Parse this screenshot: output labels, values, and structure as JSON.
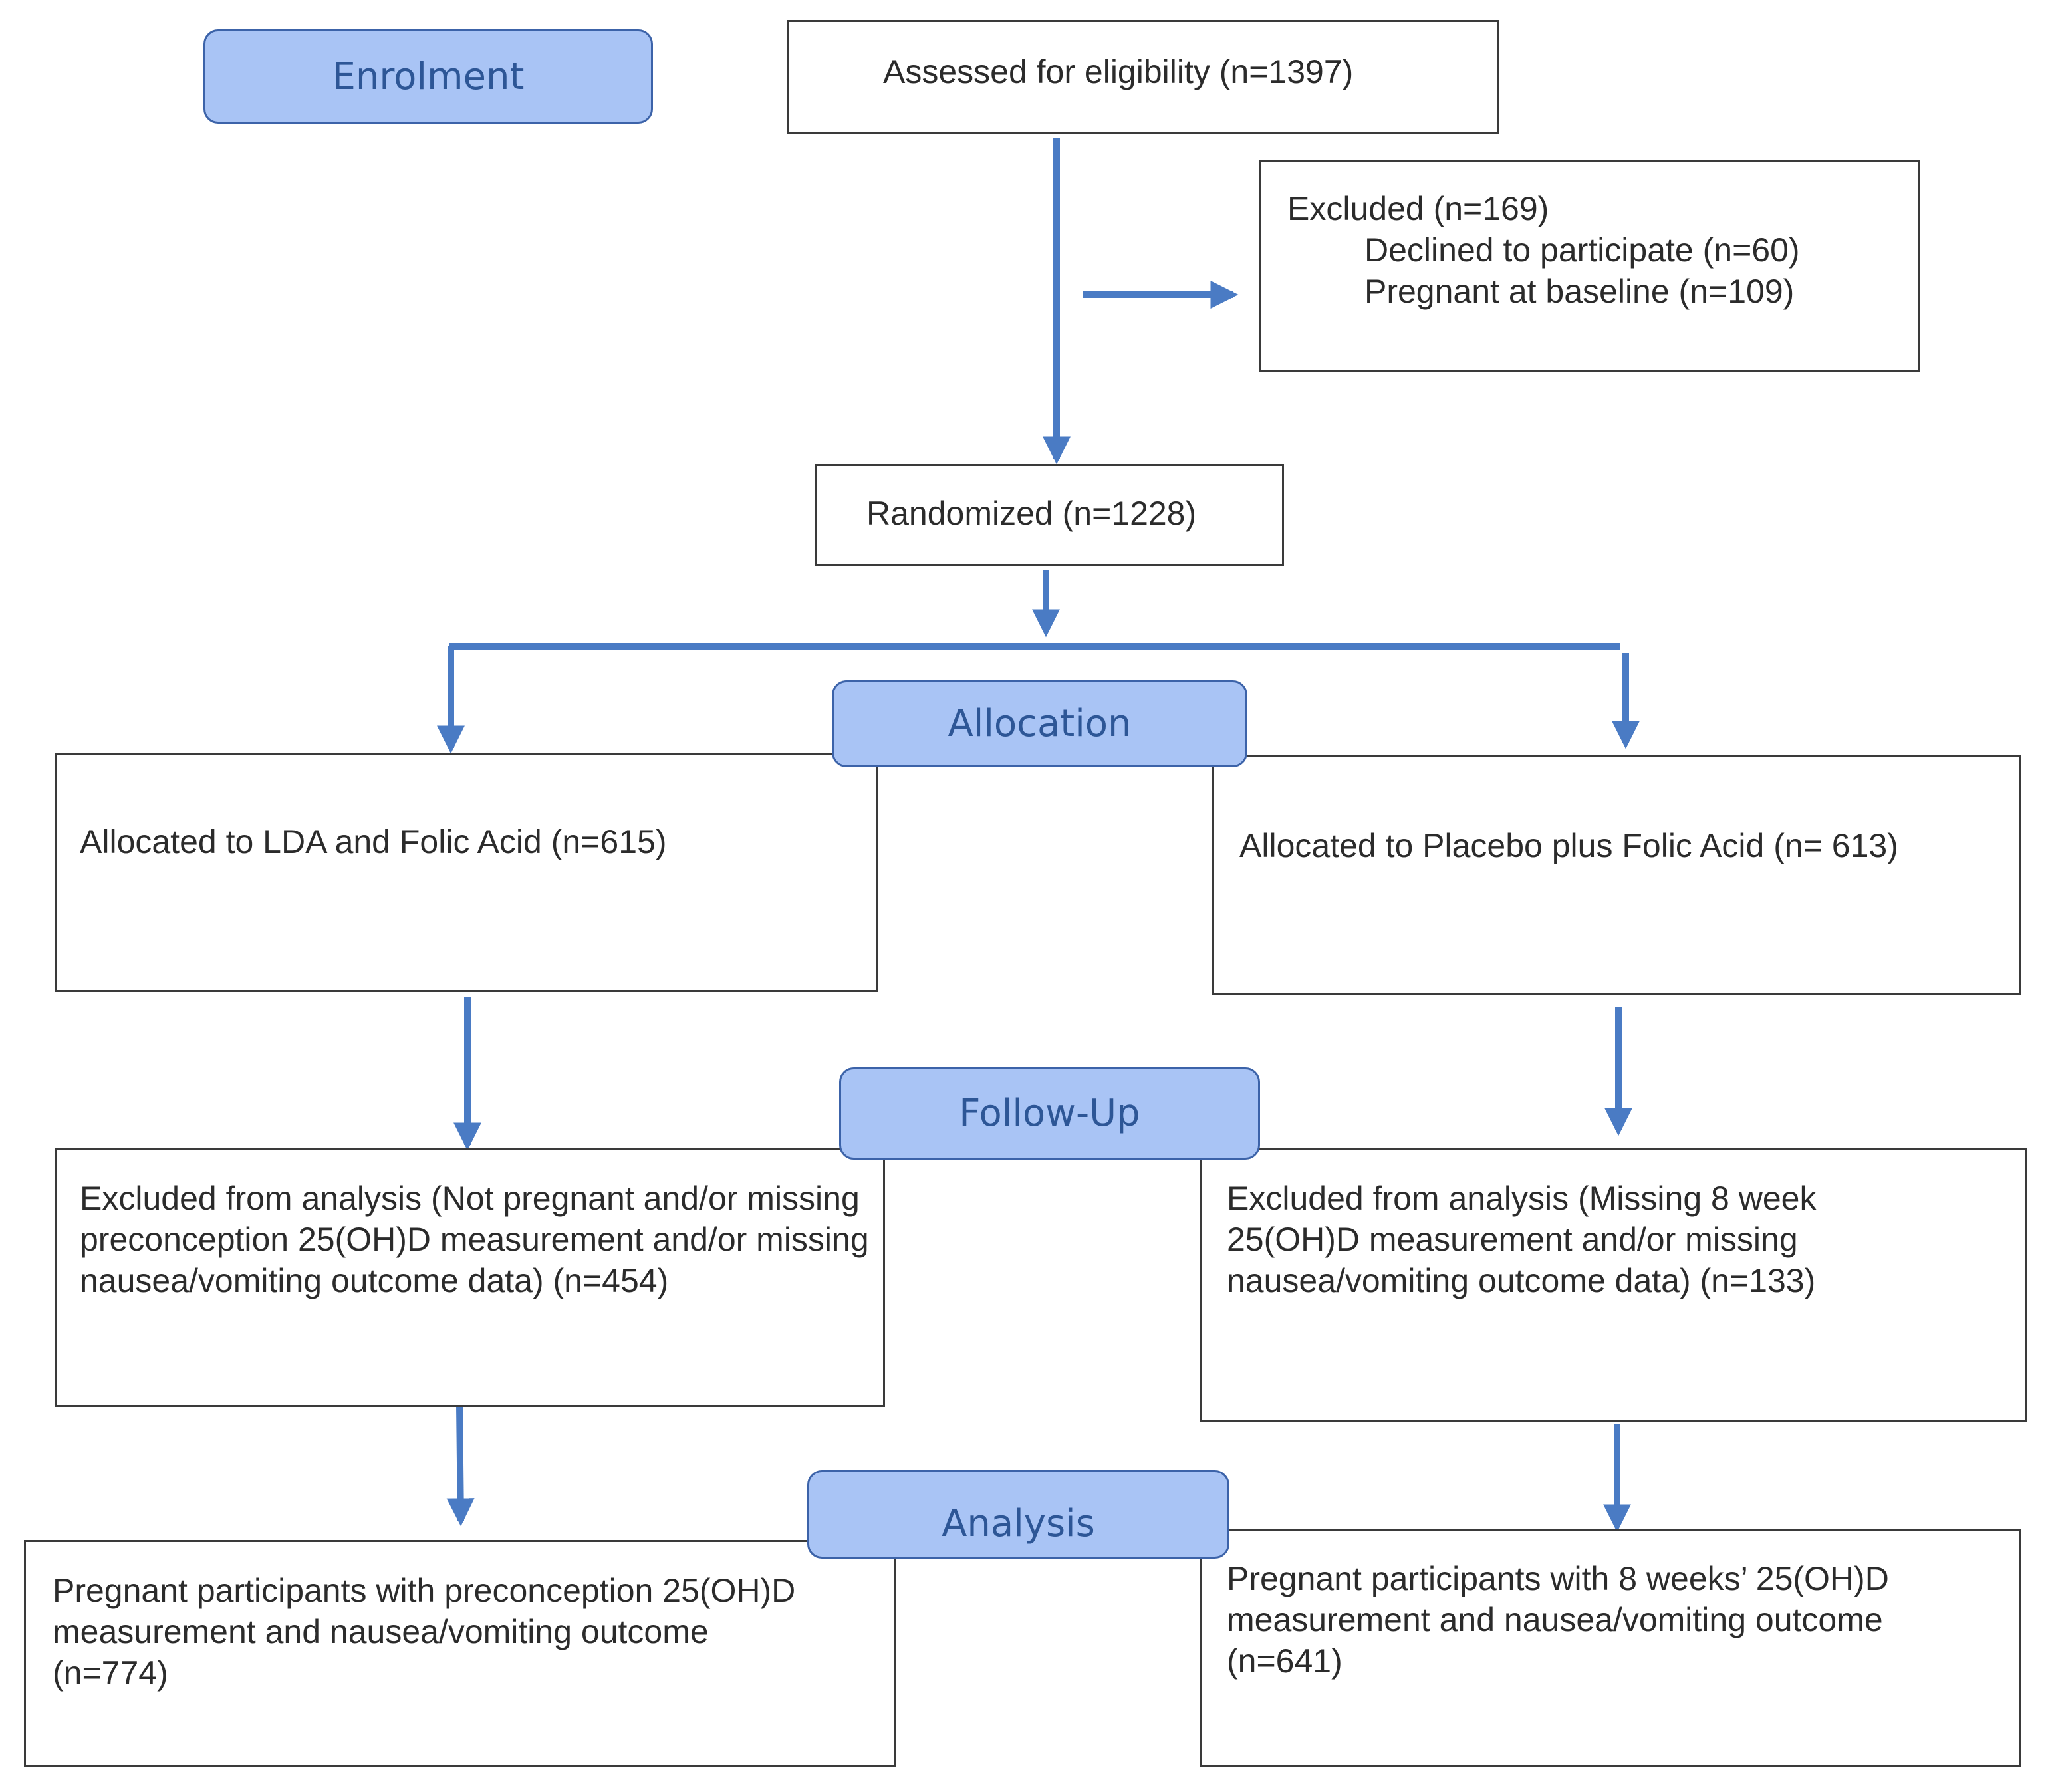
{
  "stages": {
    "enrolment": "Enrolment",
    "allocation": "Allocation",
    "follow_up": "Follow-Up",
    "analysis": "Analysis"
  },
  "boxes": {
    "assessed": "Assessed for eligibility (n=1397)",
    "excluded": {
      "title": "Excluded (n=169)",
      "items": [
        "Declined to participate (n=60)",
        "Pregnant at baseline (n=109)"
      ]
    },
    "randomized": "Randomized (n=1228)",
    "allocated_lda": "Allocated to LDA and Folic Acid (n=615)",
    "allocated_placebo": "Allocated to Placebo plus Folic Acid (n= 613)",
    "followup_lda": "Excluded from analysis (Not pregnant and/or missing preconception 25(OH)D measurement and/or missing nausea/vomiting outcome data) (n=454)",
    "followup_placebo": "Excluded from analysis (Missing 8 week 25(OH)D measurement and/or missing nausea/vomiting outcome data) (n=133)",
    "analysis_lda": "Pregnant participants with preconception 25(OH)D measurement and nausea/vomiting outcome (n=774)",
    "analysis_placebo": "Pregnant participants with 8 weeks’ 25(OH)D measurement and nausea/vomiting outcome (n=641)"
  },
  "colors": {
    "arrow": "#4a7bc4",
    "stage_fill": "#a9c4f5",
    "stage_border": "#3c63a9",
    "stage_text": "#2d5696",
    "box_border": "#3a3a3a",
    "text": "#2b2b2b"
  }
}
